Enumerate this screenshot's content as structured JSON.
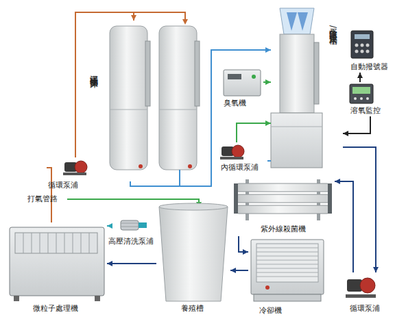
{
  "diagram": {
    "nodes": [
      {
        "text": [
          "沉浸式生物濾床"
        ]
      },
      {
        "text": [
          "蛋白除沫器/集水槽"
        ]
      },
      {
        "text": [
          "自動撥號器"
        ]
      },
      {
        "text": [
          "臭氧機"
        ]
      },
      {
        "text": [
          "溶氧監控"
        ]
      },
      {
        "text": [
          "循環泵浦"
        ]
      },
      {
        "text": [
          "內循環泵浦"
        ]
      },
      {
        "text": [
          "紫外線殺菌機"
        ]
      },
      {
        "text": [
          "微粒子處理機"
        ]
      },
      {
        "text": [
          "高壓清洗泵浦"
        ]
      },
      {
        "text": [
          "養殖槽"
        ]
      },
      {
        "text": [
          "冷卻機"
        ]
      },
      {
        "text": [
          "循環泵浦"
        ]
      }
    ],
    "edges": [
      {
        "from": 8,
        "to": 5,
        "arrow": "none"
      },
      {
        "from": 5,
        "to": 0,
        "arrow": "to"
      },
      {
        "from": 0,
        "to": 1,
        "arrow": "to"
      },
      {
        "from": 3,
        "to": 1,
        "arrow": "to"
      },
      {
        "from": 6,
        "to": 1,
        "arrow": "to"
      },
      {
        "from": 1,
        "to": 6,
        "arrow": "none"
      },
      {
        "from": 4,
        "to": 1,
        "arrow": "to"
      },
      {
        "from": 4,
        "to": 2,
        "arrow": "to"
      },
      {
        "from": 1,
        "to": 12,
        "arrow": "to"
      },
      {
        "from": 12,
        "to": 7,
        "arrow": "to"
      },
      {
        "from": 7,
        "to": 11,
        "arrow": "to"
      },
      {
        "from": 11,
        "to": 10,
        "arrow": "to"
      },
      {
        "from": 10,
        "to": 8,
        "arrow": "to"
      },
      {
        "from": 9,
        "to": 8,
        "arrow": "to"
      }
    ],
    "labels": [
      "打氣管路"
    ]
  }
}
